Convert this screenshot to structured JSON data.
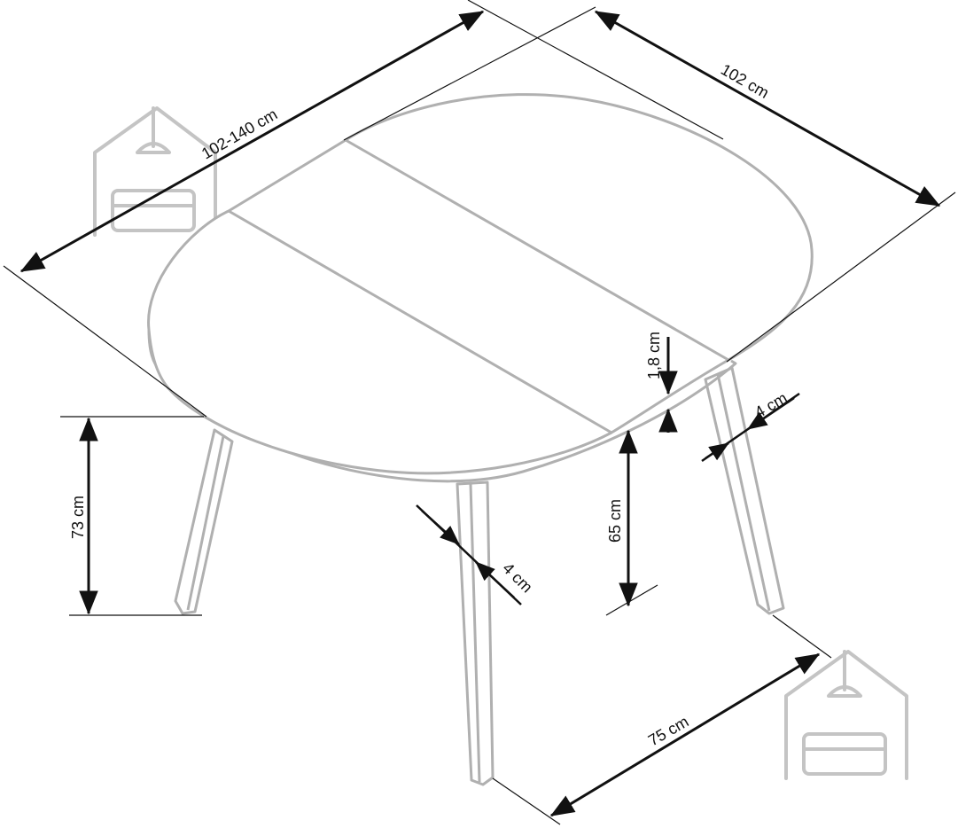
{
  "dimensions": {
    "length_label": "102-140 cm",
    "width_label": "102 cm",
    "top_thickness_label": "1,8 cm",
    "height_label": "73 cm",
    "leg_width_front_label": "4 cm",
    "leg_width_right_label": "4 cm",
    "under_clearance_label": "65 cm",
    "leg_spacing_label": "75 cm"
  },
  "colors": {
    "table_outline": "#b0b0b0",
    "dimension_line": "#111111",
    "watermark": "#c4c4c4"
  },
  "watermark": {
    "icon": "house-with-sofa-and-lamp-icon",
    "count": 2
  }
}
